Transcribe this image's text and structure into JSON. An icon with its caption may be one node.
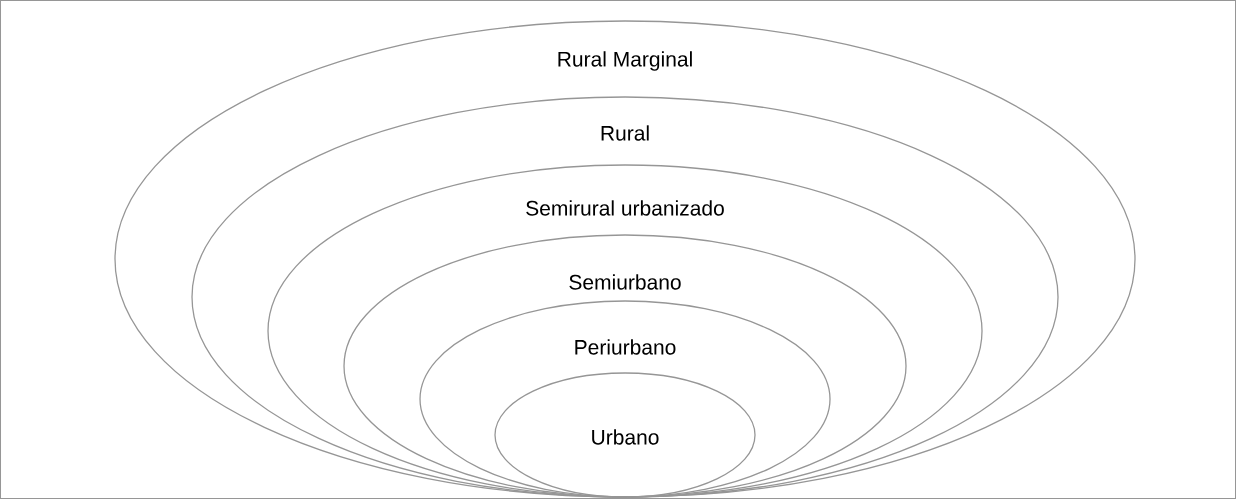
{
  "diagram": {
    "nodes": [
      {
        "text": [
          "Rural Marginal"
        ]
      },
      {
        "text": [
          "Rural"
        ],
        "in": 0
      },
      {
        "text": [
          "Semirural urbanizado"
        ],
        "in": 1
      },
      {
        "text": [
          "Semiurbano"
        ],
        "in": 2
      },
      {
        "text": [
          "Periurbano"
        ],
        "in": 3
      },
      {
        "text": [
          "Urbano"
        ],
        "in": 4
      }
    ]
  }
}
